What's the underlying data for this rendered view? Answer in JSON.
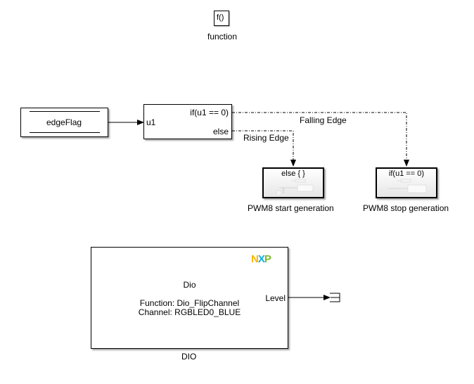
{
  "function_block": {
    "icon_label": "f()",
    "name": "function"
  },
  "edgeflag_block": {
    "label": "edgeFlag"
  },
  "if_block": {
    "input_port": "u1",
    "output_if": "if(u1 == 0)",
    "output_else": "else"
  },
  "signals": {
    "falling_edge": "Falling Edge",
    "rising_edge": "Rising Edge"
  },
  "pwm_start_block": {
    "header": "else { }",
    "name": "PWM8 start generation"
  },
  "pwm_stop_block": {
    "header": "if(u1 == 0)",
    "name": "PWM8 stop generation"
  },
  "dio_block": {
    "logo": "NXP",
    "title": "Dio",
    "function_line": "Function: Dio_FlipChannel",
    "channel_line": "Channel: RGBLED0_BLUE",
    "output_port": "Level",
    "name": "DIO"
  },
  "colors": {
    "nxp_n": "#F9B500",
    "nxp_x": "#0EAFE0",
    "nxp_p": "#7BB928"
  }
}
